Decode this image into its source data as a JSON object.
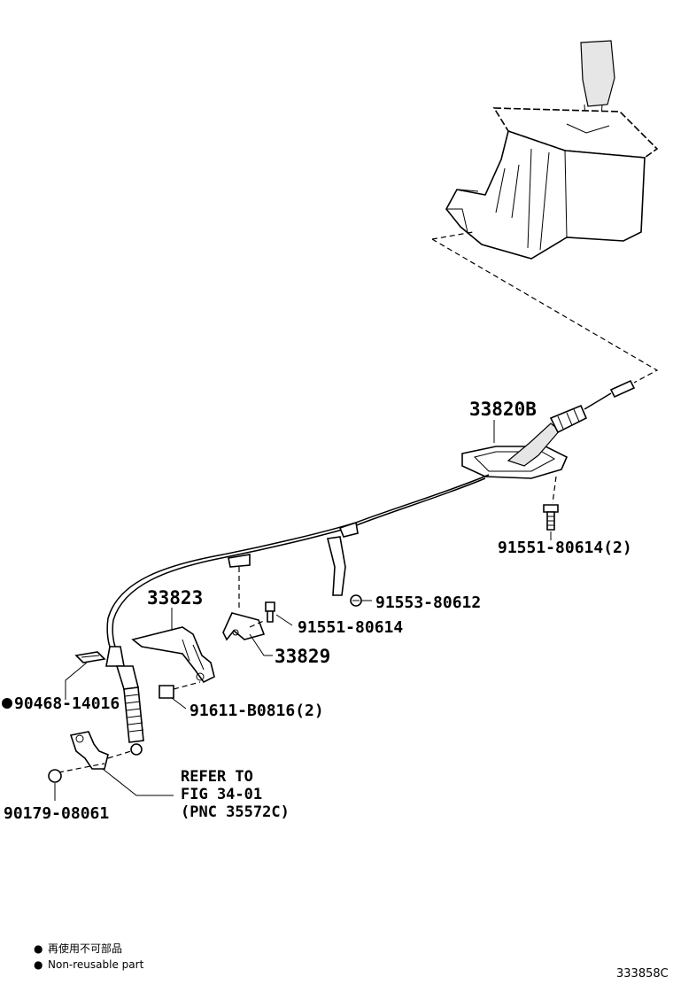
{
  "parts": {
    "cable": "33820B",
    "bracket": "33823",
    "clamp": "33829",
    "clip": "90468-14016",
    "bolt_top": "91551-80614(2)",
    "bolt_mid": "91553-80612",
    "bolt_clamp": "91551-80614",
    "bolt_bracket": "91611-B0816(2)",
    "washer": "90179-08061"
  },
  "refer": {
    "line1": "REFER TO",
    "line2": "FIG 34-01",
    "line3": "(PNC 35572C)"
  },
  "legend": {
    "bullet": "●",
    "japanese": "再使用不可部品",
    "english": "Non-reusable part"
  },
  "figure_code": "333858C"
}
